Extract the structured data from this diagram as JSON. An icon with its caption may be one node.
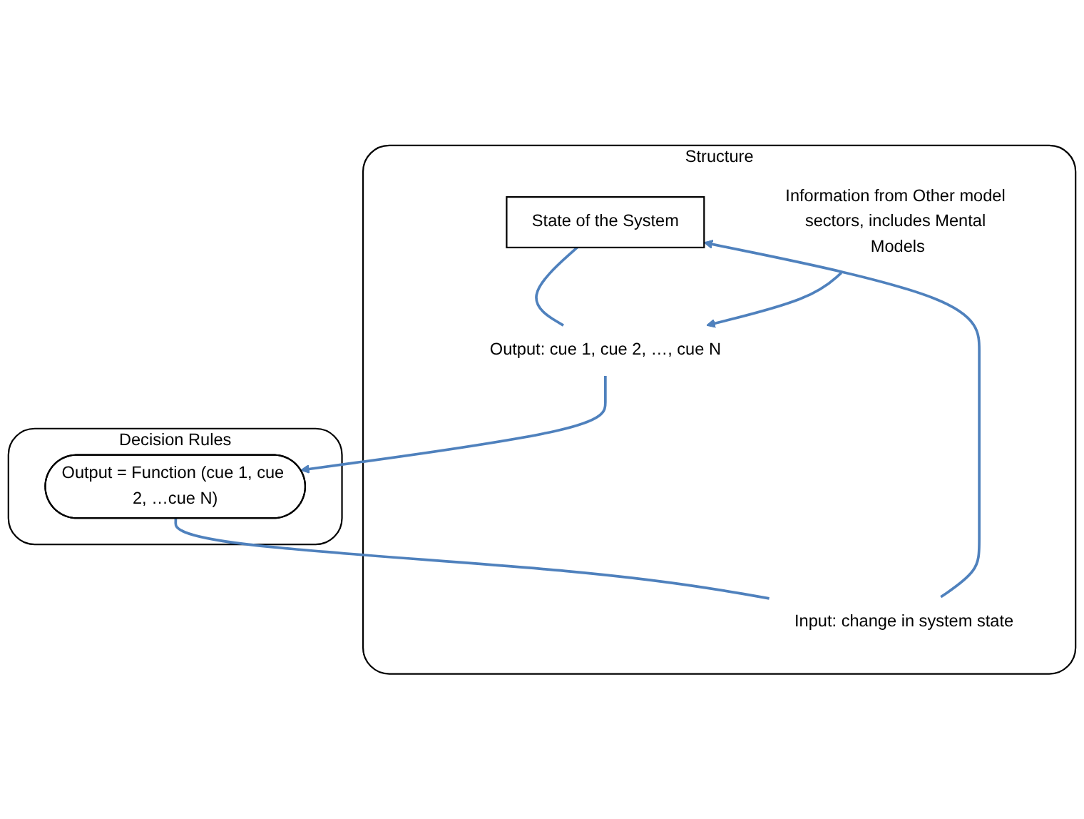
{
  "diagram": {
    "nodes": [
      {
        "text": [
          "Structure"
        ]
      },
      {
        "text": [
          "State of the System"
        ],
        "in": 0
      },
      {
        "text": [
          "Input:  change in system state"
        ],
        "in": 0
      },
      {
        "text": [
          "Output:  cue 1, cue 2, …, cue N"
        ],
        "in": 0
      },
      {
        "text": [
          "Information from Other model sectors, includes Mental Models"
        ],
        "in": 0
      },
      {
        "text": [
          "Decision Rules"
        ]
      },
      {
        "text": [
          "Output = Function (cue 1, cue 2, …cue N)"
        ],
        "in": 5
      }
    ],
    "edges": [
      {
        "from": 2,
        "to": 1,
        "arrow": "to"
      },
      {
        "from": 1,
        "to": 3,
        "arrow": "none"
      },
      {
        "from": 4,
        "to": 3,
        "arrow": "to"
      },
      {
        "from": 3,
        "to": 6,
        "arrow": "to"
      },
      {
        "from": 6,
        "to": 2,
        "arrow": "none"
      }
    ]
  }
}
